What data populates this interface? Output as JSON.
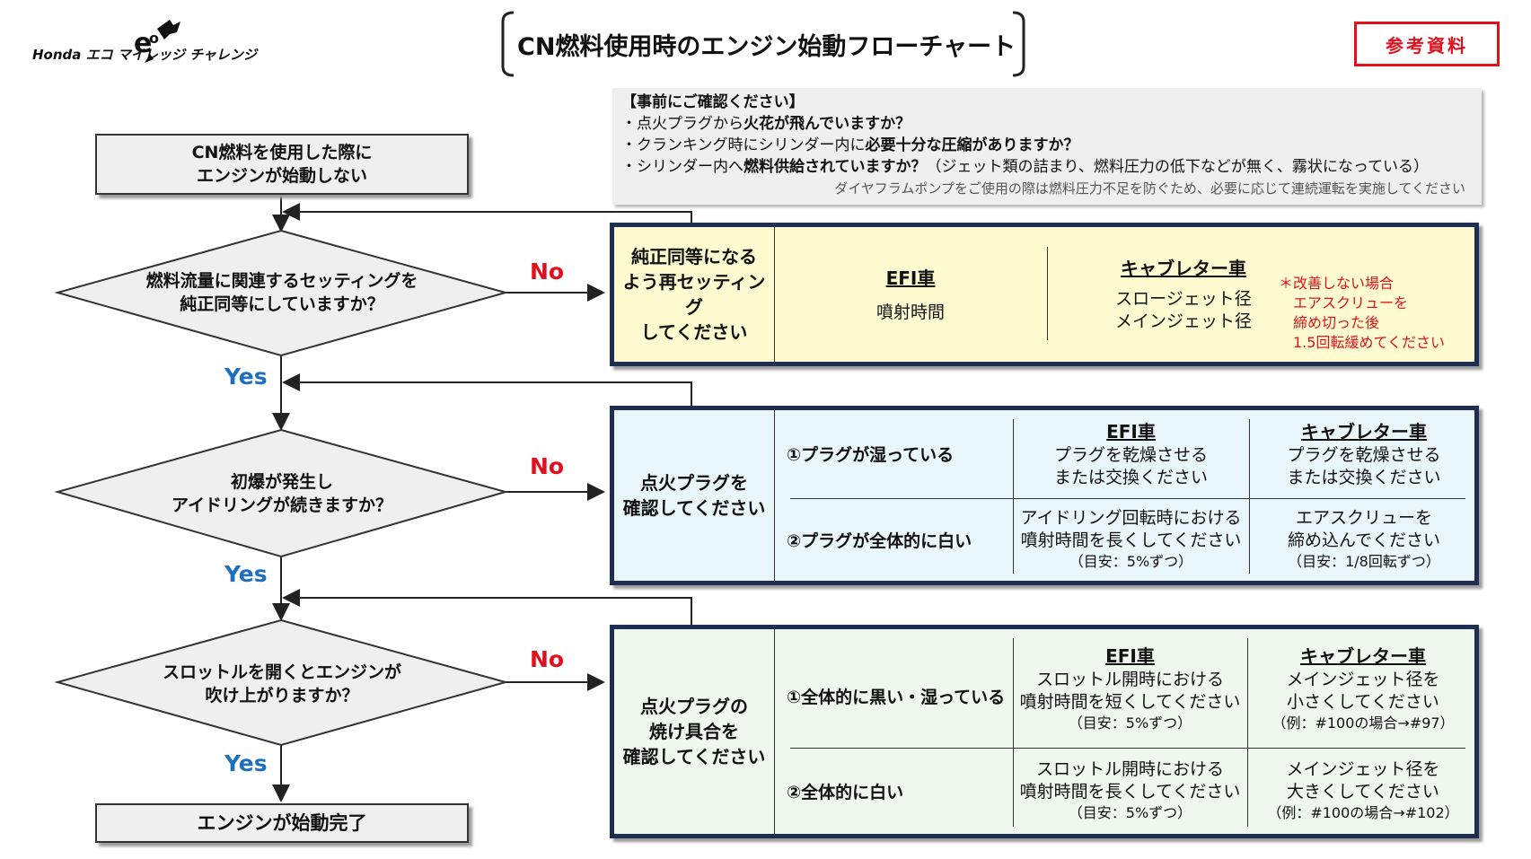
{
  "header": {
    "logo_text": "Honda エコ マイレッジ チャレンジ",
    "title": "CN燃料使用時のエンジン始動フローチャート",
    "ref_badge": "参考資料"
  },
  "notes": {
    "heading": "【事前にご確認ください】",
    "line1_a": "・点火プラグから",
    "line1_b": "火花が飛んでいますか？",
    "line2_a": "・クランキング時にシリンダー内に",
    "line2_b": "必要十分な圧縮がありますか？",
    "line3_a": "・シリンダー内へ",
    "line3_b": "燃料供給されていますか？",
    "line3_c": "（ジェット類の詰まり、燃料圧力の低下などが無く、霧状になっている）",
    "small": "ダイヤフラムポンプをご使用の際は燃料圧力不足を防ぐため、必要に応じて連続運転を実施してください"
  },
  "flow": {
    "start": "CN燃料を使用した際に\nエンジンが始動しない",
    "q1": "燃料流量に関連するセッティングを\n純正同等にしていますか？",
    "q2": "初爆が発生し\nアイドリングが続きますか？",
    "q3": "スロットルを開くとエンジンが\n吹け上がりますか？",
    "end": "エンジンが始動完了",
    "yes": "Yes",
    "no": "No"
  },
  "panel1": {
    "left": "純正同等になる\nよう再セッティング\nしてください",
    "efi_head": "EFI車",
    "efi_text": "噴射時間",
    "carb_head": "キャブレター車",
    "carb_text": "スロージェット径\nメインジェット径",
    "carb_note": "＊改善しない場合\n　エアスクリューを\n　締め切った後\n　1.5回転緩めてください"
  },
  "panel2": {
    "left": "点火プラグを\n確認してください",
    "efi_head": "EFI車",
    "carb_head": "キャブレター車",
    "row1_label": "①プラグが湿っている",
    "row1_efi": "プラグを乾燥させる\nまたは交換ください",
    "row1_carb": "プラグを乾燥させる\nまたは交換ください",
    "row2_label": "②プラグが全体的に白い",
    "row2_efi": "アイドリング回転時における\n噴射時間を長くしてください",
    "row2_efi_note": "（目安：5%ずつ）",
    "row2_carb": "エアスクリューを\n締め込んでください",
    "row2_carb_note": "（目安：1/8回転ずつ）"
  },
  "panel3": {
    "left": "点火プラグの\n焼け具合を\n確認してください",
    "efi_head": "EFI車",
    "carb_head": "キャブレター車",
    "row1_label": "①全体的に黒い・湿っている",
    "row1_efi": "スロットル開時における\n噴射時間を短くしてください",
    "row1_efi_note": "（目安：5%ずつ）",
    "row1_carb": "メインジェット径を\n小さくしてください",
    "row1_carb_note": "（例：#100の場合→#97）",
    "row2_label": "②全体的に白い",
    "row2_efi": "スロットル開時における\n噴射時間を長くしてください",
    "row2_efi_note": "（目安：5%ずつ）",
    "row2_carb": "メインジェット径を\n大きくしてください",
    "row2_carb_note": "（例：#100の場合→#102）"
  }
}
